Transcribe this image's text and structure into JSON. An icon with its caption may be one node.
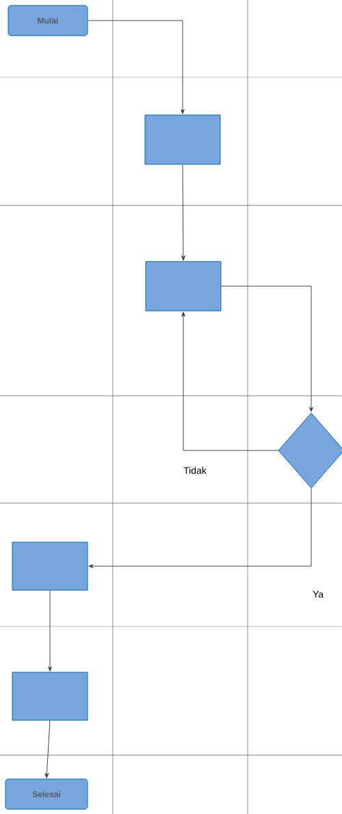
{
  "diagram": {
    "nodes": [
      {
        "text": [
          "Mulai"
        ]
      },
      {
        "text": [],
        "shape": "box"
      },
      {
        "text": [],
        "shape": "box"
      },
      {
        "text": [],
        "shape": "diamond"
      },
      {
        "text": [],
        "shape": "box"
      },
      {
        "text": [],
        "shape": "box"
      },
      {
        "text": [
          "Selesai"
        ]
      }
    ],
    "edges": [
      {
        "from": 0,
        "to": 1,
        "arrow": "to"
      },
      {
        "from": 1,
        "to": 2,
        "arrow": "to"
      },
      {
        "from": 2,
        "to": 3,
        "arrow": "to"
      },
      {
        "from": 3,
        "to": 2,
        "arrow": "to",
        "label": "Tidak"
      },
      {
        "from": 3,
        "to": 4,
        "arrow": "to",
        "label": "Ya"
      },
      {
        "from": 4,
        "to": 5,
        "arrow": "to"
      },
      {
        "from": 5,
        "to": 6,
        "arrow": "to"
      }
    ]
  }
}
